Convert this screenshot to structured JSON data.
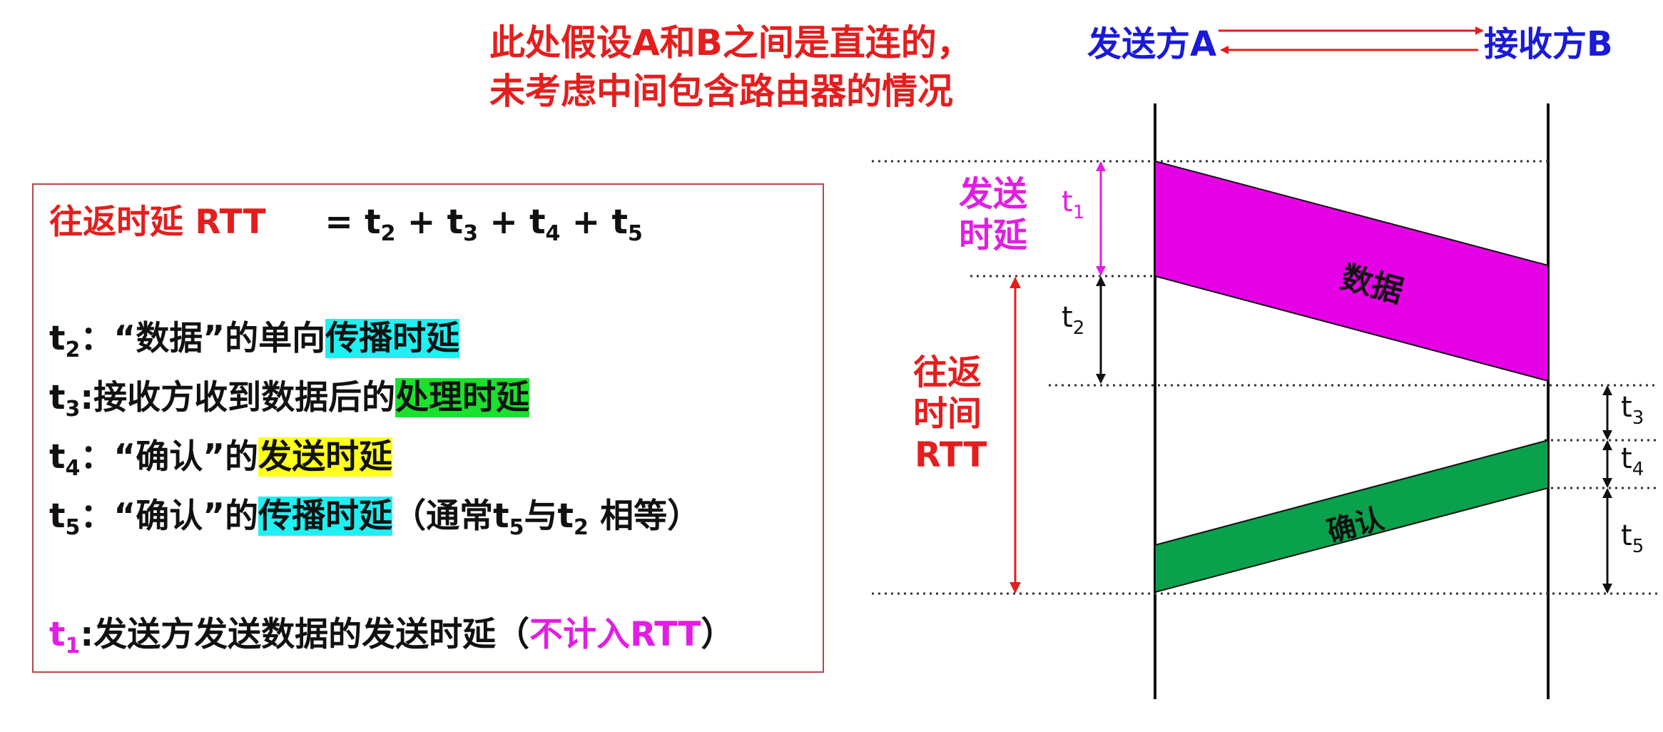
{
  "note": {
    "line1": "此处假设A和B之间是直连的，",
    "line2": "未考虑中间包含路由器的情况"
  },
  "header": {
    "sender": "发送方A",
    "receiver": "接收方B"
  },
  "formula": {
    "label": "往返时延 RTT",
    "equals": "= ",
    "terms": [
      "t",
      "2",
      " + ",
      "t",
      "3",
      " + ",
      "t",
      "4",
      " + ",
      "t",
      "5"
    ]
  },
  "definitions": {
    "t2": {
      "var": "t",
      "sub": "2",
      "colon": "：",
      "quote": "“数据”的单向",
      "highlight": "传播时延"
    },
    "t3": {
      "var": "t",
      "sub": "3",
      "colon": ":",
      "text": "接收方收到数据后的",
      "highlight": "处理时延"
    },
    "t4": {
      "var": "t",
      "sub": "4",
      "colon": "：",
      "quote": "“确认”的",
      "highlight": "发送时延"
    },
    "t5": {
      "var": "t",
      "sub": "5",
      "colon": "：",
      "quote": "“确认”的",
      "highlight": "传播时延",
      "paren_open": "（通常t",
      "paren_sub1": "5",
      "paren_mid": "与t",
      "paren_sub2": "2",
      "paren_close": " 相等）"
    },
    "t1": {
      "var": "t",
      "sub": "1",
      "colon": ":",
      "text": "发送方发送数据的发送时延",
      "paren_open": "（",
      "highlight": "不计入RTT",
      "paren_close": "）"
    }
  },
  "diagram_labels": {
    "send_delay_line1": "发送",
    "send_delay_line2": "时延",
    "rtt_line1": "往返",
    "rtt_line2": "时间",
    "rtt_line3": "RTT",
    "data": "数据",
    "ack": "确认",
    "t1": "t",
    "t1_sub": "1",
    "t2": "t",
    "t2_sub": "2",
    "t3": "t",
    "t3_sub": "3",
    "t4": "t",
    "t4_sub": "4",
    "t5": "t",
    "t5_sub": "5"
  },
  "colors": {
    "red": "#e41e1e",
    "blue": "#1a1ad8",
    "magenta": "#e21ee3",
    "green": "#109a4a",
    "cyan_highlight": "#1ff0f2",
    "green_highlight": "#19e12d",
    "yellow_highlight": "#ffff1e"
  }
}
